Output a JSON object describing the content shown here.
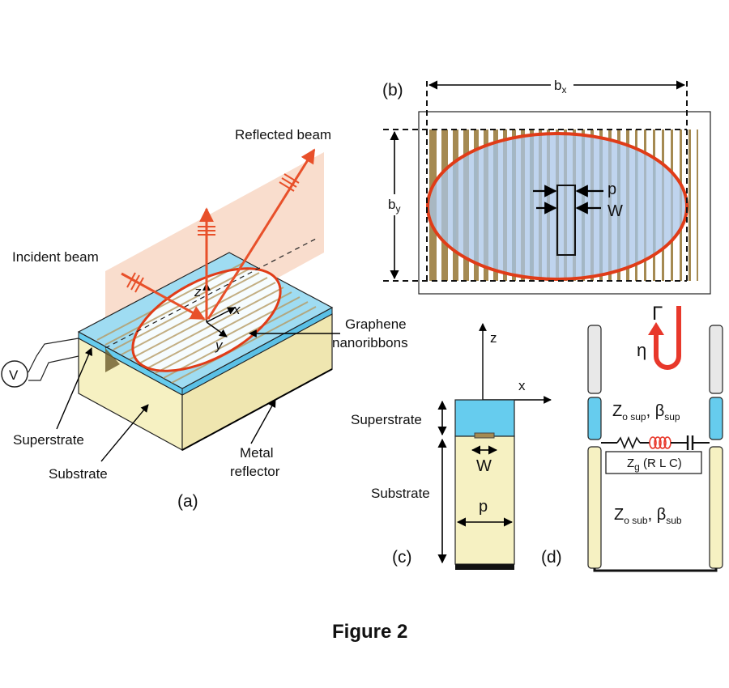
{
  "figure": {
    "title": "Figure 2"
  },
  "panel_a": {
    "tag": "(a)",
    "reflected_beam": "Reflected beam",
    "incident_beam": "Incident beam",
    "graphene_line1": "Graphene",
    "graphene_line2": "nanoribbons",
    "superstrate": "Superstrate",
    "substrate": "Substrate",
    "metal_line1": "Metal",
    "metal_line2": "reflector",
    "voltage": "V",
    "axis_x": "x",
    "axis_y": "y",
    "axis_z": "z"
  },
  "panel_b": {
    "tag": "(b)",
    "bx_main": "b",
    "bx_sub": "x",
    "by_main": "b",
    "by_sub": "y",
    "p": "p",
    "w": "W"
  },
  "panel_c": {
    "tag": "(c)",
    "axis_z": "z",
    "axis_x": "x",
    "superstrate": "Superstrate",
    "substrate": "Substrate",
    "w": "W",
    "p": "p"
  },
  "panel_d": {
    "tag": "(d)",
    "gamma": "Γ",
    "eta": "η",
    "zsup_z": "Z",
    "zsup_z_sub": "o sup",
    "zsup_sep": ",  ",
    "zsup_beta": "β",
    "zsup_beta_sub": "sup",
    "zsub_z": "Z",
    "zsub_z_sub": "o sub",
    "zsub_sep": ",  ",
    "zsub_beta": "β",
    "zsub_beta_sub": "sub",
    "zg_z": "Z",
    "zg_sub": "g",
    "zg_rest": " (R L C)"
  },
  "colors": {
    "laser_red": "#e8502a",
    "ellipse_red": "#e03c18",
    "superstrate_blue": "#66ccee",
    "substrate_cream": "#f6f1c2",
    "ribbon_brown": "#a58a52",
    "ribbon_blue": "#a9c6e8",
    "plane_pink": "#f8d7c4",
    "coil_red": "#e8382b"
  }
}
